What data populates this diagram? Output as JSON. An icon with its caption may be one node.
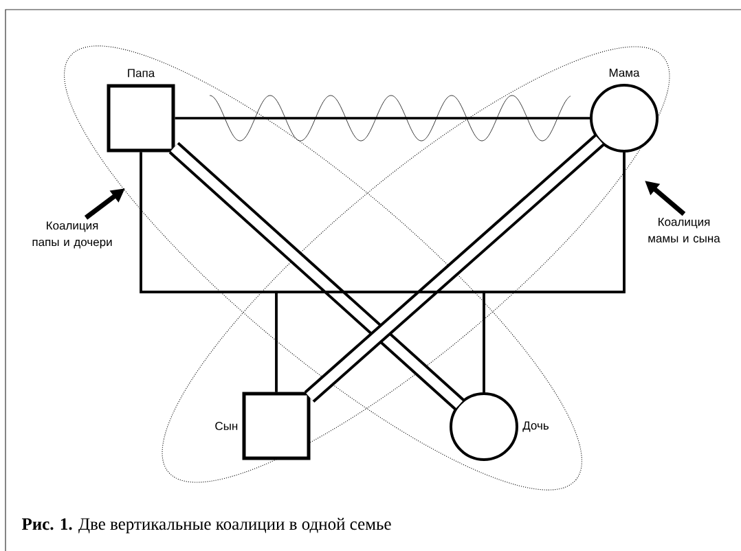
{
  "diagram": {
    "caption": "**Рис. 1.** Две вертикальные коалиции в одной семье",
    "nodes": [
      {
        "text": [
          "Папа"
        ]
      },
      {
        "text": [
          "Мама"
        ]
      },
      {
        "text": [
          "Сын"
        ]
      },
      {
        "text": [
          "Дочь"
        ]
      },
      {
        "text": [
          "Коалиция папы и дочери"
        ]
      },
      {
        "text": [
          "Коалиция мамы и сына"
        ]
      }
    ],
    "edges": [
      {
        "from": 0,
        "to": 1,
        "arrow": "none"
      },
      {
        "from": 0,
        "to": 3,
        "arrow": "none",
        "style": "thick"
      },
      {
        "from": 1,
        "to": 2,
        "arrow": "none",
        "style": "thick"
      },
      {
        "from": 0,
        "to": 2,
        "arrow": "none"
      },
      {
        "from": 0,
        "to": 3,
        "arrow": "none"
      },
      {
        "from": 1,
        "to": 2,
        "arrow": "none"
      },
      {
        "from": 1,
        "to": 3,
        "arrow": "none"
      },
      {
        "from": 4,
        "to": null,
        "arrow": "to",
        "style": "thick"
      },
      {
        "from": 5,
        "to": null,
        "arrow": "to",
        "style": "thick"
      }
    ]
  }
}
